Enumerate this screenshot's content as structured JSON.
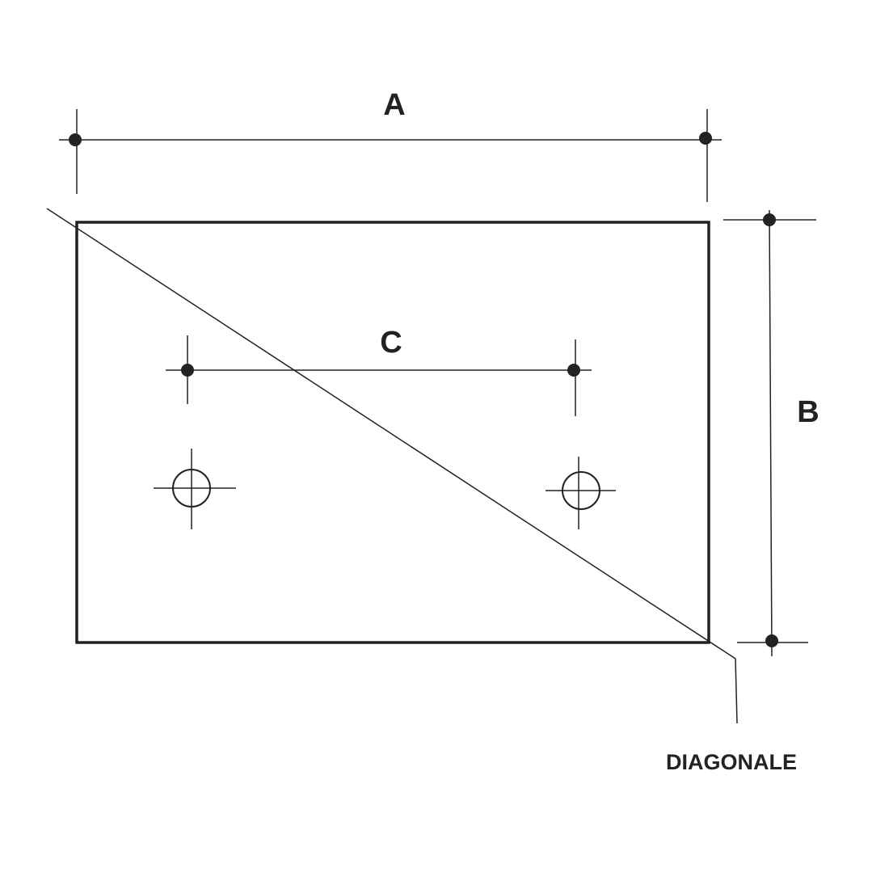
{
  "labels": {
    "a": "A",
    "b": "B",
    "c": "C",
    "diagonal": "DIAGONALE"
  },
  "colors": {
    "ink": "#222222",
    "background": "#ffffff"
  }
}
